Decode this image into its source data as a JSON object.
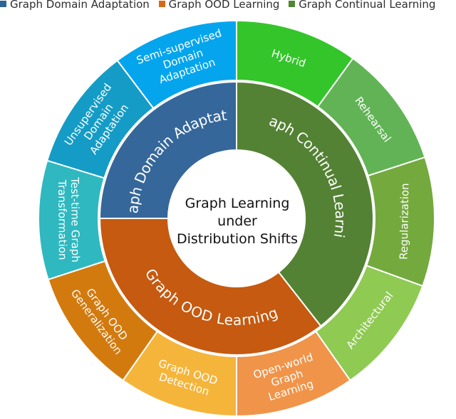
{
  "legend": [
    {
      "label": "Graph Domain Adaptation",
      "color": "#2e6496"
    },
    {
      "label": "Graph OOD  Learning",
      "color": "#d56a10"
    },
    {
      "label": "Graph Continual  Learning",
      "color": "#4f8733"
    }
  ],
  "center": {
    "lines": [
      "Graph Learning",
      "under",
      "Distribution Shifts"
    ]
  },
  "categories": [
    {
      "id": "gda",
      "label": "Graph Domain Adaptation",
      "color": "#36679a"
    },
    {
      "id": "gcl",
      "label": "Graph Continual Learning",
      "color": "#548234"
    },
    {
      "id": "ood",
      "label": "Graph OOD Learning",
      "color": "#c55a10"
    }
  ],
  "subcategories": [
    {
      "id": "hybrid",
      "lines": [
        "Hybrid"
      ],
      "color": "#34c52a"
    },
    {
      "id": "rehearsal",
      "lines": [
        "Rehearsal"
      ],
      "color": "#62b356"
    },
    {
      "id": "regularization",
      "lines": [
        "Regularization"
      ],
      "color": "#74a93e"
    },
    {
      "id": "architectural",
      "lines": [
        "Architectural"
      ],
      "color": "#8fca53"
    },
    {
      "id": "open-world",
      "lines": [
        "Open-world",
        "Graph",
        "Learning"
      ],
      "color": "#f0944a"
    },
    {
      "id": "ood-detection",
      "lines": [
        "Graph OOD",
        "Detection"
      ],
      "color": "#f5b53a"
    },
    {
      "id": "ood-generalization",
      "lines": [
        "Graph OOD",
        "Generalization"
      ],
      "color": "#d37a0f"
    },
    {
      "id": "test-time",
      "lines": [
        "Test-time Graph",
        "Transformation"
      ],
      "color": "#2fb8bf"
    },
    {
      "id": "unsupervised-da",
      "lines": [
        "Unsupervised",
        "Domain",
        "Adaptation"
      ],
      "color": "#159cc6"
    },
    {
      "id": "semi-supervised-da",
      "lines": [
        "Semi-supervised",
        "Domain",
        "Adaptation"
      ],
      "color": "#05a5ee"
    }
  ]
}
